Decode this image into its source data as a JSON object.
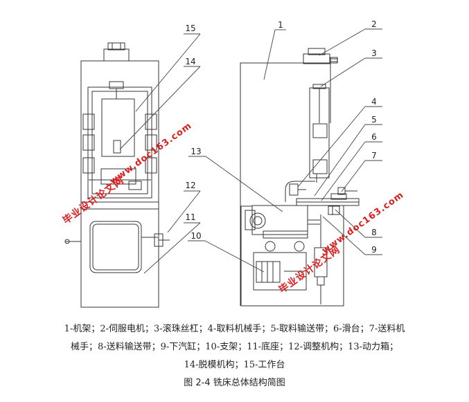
{
  "callouts": [
    "1",
    "2",
    "3",
    "4",
    "5",
    "6",
    "7",
    "8",
    "9",
    "10",
    "11",
    "12",
    "13",
    "14",
    "15"
  ],
  "watermarks": [
    "www.doc163.com",
    "毕业设计论文网",
    "www.doc163.com",
    "毕业设计论文网"
  ],
  "legend": {
    "line1": "1-机架；2-伺服电机；3-滚珠丝杠；4-取料机械手；5-取料输送带；6-滑台；7-送料机",
    "line2": "械手；8-送料输送带；9-下汽缸；10-支架；11-底座；12-调整机构；13-动力箱；",
    "line3": "14-脱模机构；15-工作台"
  },
  "caption": "图 2-4  铣床总体结构简图"
}
